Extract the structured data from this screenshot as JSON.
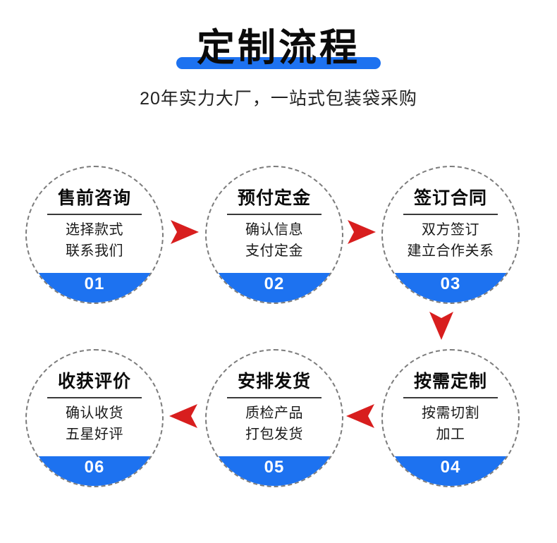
{
  "header": {
    "title": "定制流程",
    "subtitle": "20年实力大厂，一站式包装袋采购",
    "underline_color": "#1d72f0"
  },
  "theme": {
    "blue": "#1d72f0",
    "arrow_red": "#d81e1e",
    "dashed_border": "#7c7c7c",
    "text_dark": "#0b0b0b",
    "background": "#ffffff"
  },
  "flow": {
    "nodes": [
      {
        "number": "01",
        "title": "售前咨询",
        "lines": [
          "选择款式",
          "联系我们"
        ]
      },
      {
        "number": "02",
        "title": "预付定金",
        "lines": [
          "确认信息",
          "支付定金"
        ]
      },
      {
        "number": "03",
        "title": "签订合同",
        "lines": [
          "双方签订",
          "建立合作关系"
        ]
      },
      {
        "number": "04",
        "title": "按需定制",
        "lines": [
          "按需切割",
          "加工"
        ]
      },
      {
        "number": "05",
        "title": "安排发货",
        "lines": [
          "质检产品",
          "打包发货"
        ]
      },
      {
        "number": "06",
        "title": "收获评价",
        "lines": [
          "确认收货",
          "五星好评"
        ]
      }
    ],
    "arrows": [
      {
        "direction": "right",
        "from": "01",
        "to": "02"
      },
      {
        "direction": "right",
        "from": "02",
        "to": "03"
      },
      {
        "direction": "down",
        "from": "03",
        "to": "04"
      },
      {
        "direction": "left",
        "from": "04",
        "to": "05"
      },
      {
        "direction": "left",
        "from": "05",
        "to": "06"
      }
    ]
  }
}
